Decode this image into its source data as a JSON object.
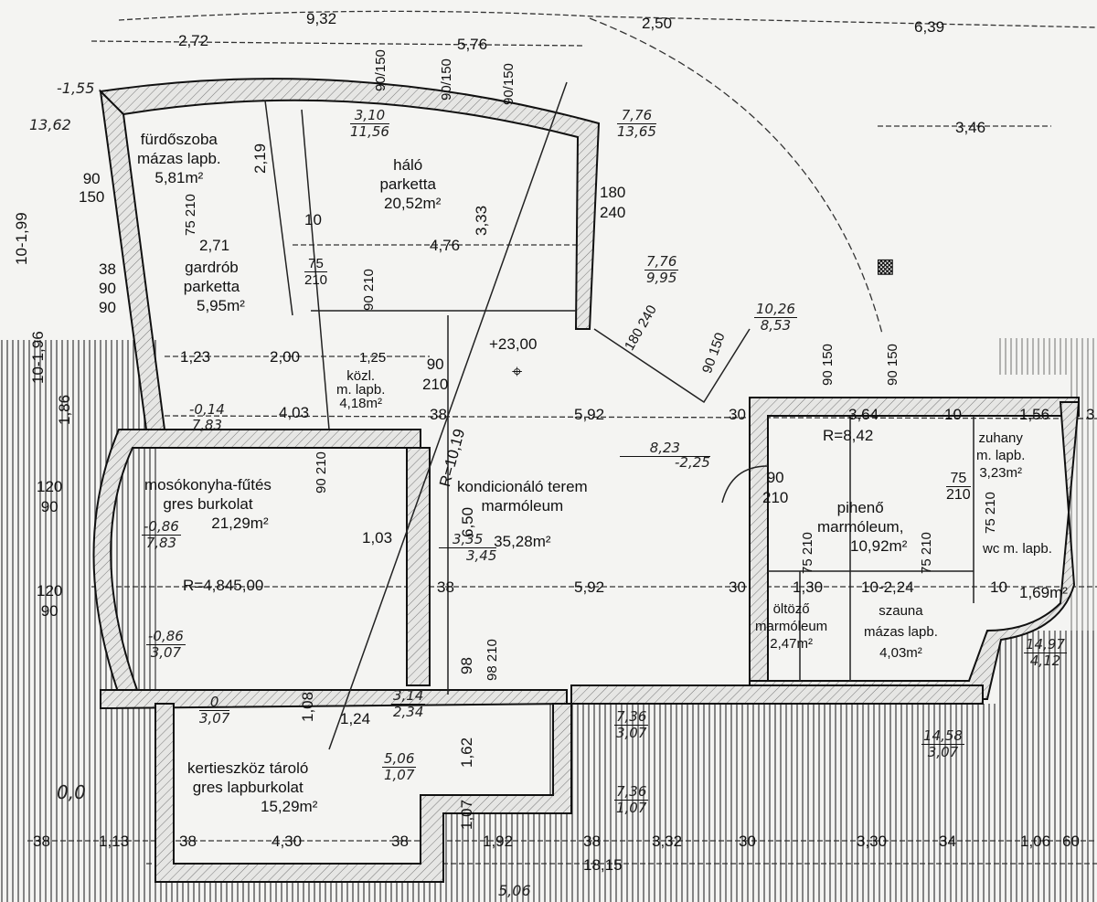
{
  "rooms": [
    {
      "name": "fürdőszoba",
      "floor": "mázas lapb.",
      "area": "5,81m²"
    },
    {
      "name": "háló",
      "floor": "parketta",
      "area": "20,52m²"
    },
    {
      "name": "gardrób",
      "floor": "parketta",
      "area": "5,95m²"
    },
    {
      "name": "közl.",
      "floor": "m. lapb.",
      "area": "4,18m²"
    },
    {
      "name": "mosókonyha-fűtés",
      "floor": "gres burkolat",
      "area": "21,29m²"
    },
    {
      "name": "kondicionáló terem",
      "floor": "marmóleum",
      "area": "35,28m²"
    },
    {
      "name": "pihenő",
      "floor": "marmóleum,",
      "area": "10,92m²"
    },
    {
      "name": "zuhany",
      "floor": "m. lapb.",
      "area": "3,23m²"
    },
    {
      "name": "wc",
      "floor": "m. lapb.",
      "area": "1,69m²"
    },
    {
      "name": "öltöző",
      "floor": "marmóleum",
      "area": "2,47m²"
    },
    {
      "name": "szauna",
      "floor": "mázas lapb.",
      "area": "4,03m²"
    },
    {
      "name": "kertieszköz tároló",
      "floor": "gres lapburkolat",
      "area": "15,29m²"
    }
  ],
  "dims": [
    "9,32",
    "2,50",
    "6,39",
    "2,72",
    "5,76",
    "3,46",
    "10-1,99",
    "10-1,96",
    "1,86",
    "2,19",
    "2,71",
    "4,76",
    "3,33",
    "10",
    "1,23",
    "2,00",
    "1,25",
    "4,03",
    "R=10,19",
    "6,50",
    "5,92",
    "30",
    "3,64",
    "10",
    "1,56",
    "R=8,42",
    "1,03",
    "R=4,845,00",
    "38",
    "5,92",
    "30",
    "1,30",
    "10-2,24",
    "10",
    "1,08",
    "1,24",
    "1,62",
    "98",
    "1,07",
    "38",
    "1,13",
    "38",
    "4,30",
    "38",
    "1,92",
    "38",
    "3,32",
    "30",
    "3,30",
    "34",
    "1,06",
    "60",
    "18,15",
    "5,06",
    "38",
    "3"
  ],
  "openings": [
    {
      "w": "90",
      "h": "150"
    },
    {
      "w": "90",
      "h": "150"
    },
    {
      "w": "90",
      "h": "150"
    },
    {
      "w": "90",
      "h": "150"
    },
    {
      "w": "75",
      "h": "210"
    },
    {
      "w": "180",
      "h": "240"
    },
    {
      "w": "38",
      "h": "90"
    },
    {
      "w": "90",
      "h": ""
    },
    {
      "w": "75",
      "h": "210"
    },
    {
      "w": "90",
      "h": "210"
    },
    {
      "w": "180",
      "h": "240"
    },
    {
      "w": "90",
      "h": "150"
    },
    {
      "w": "90",
      "h": "150"
    },
    {
      "w": "90",
      "h": "150"
    },
    {
      "w": "90",
      "h": "210"
    },
    {
      "w": "90",
      "h": "210"
    },
    {
      "w": "90",
      "h": "210"
    },
    {
      "w": "75",
      "h": "210"
    },
    {
      "w": "75",
      "h": "210"
    },
    {
      "w": "75",
      "h": "210"
    },
    {
      "w": "75",
      "h": "210"
    },
    {
      "w": "120",
      "h": "90"
    },
    {
      "w": "120",
      "h": "90"
    },
    {
      "w": "98",
      "h": "210"
    }
  ],
  "levels": [
    {
      "top": "-1,55"
    },
    {
      "top": "13,62"
    },
    {
      "top": "3,10",
      "bottom": "11,56"
    },
    {
      "top": "7,76",
      "bottom": "13,65"
    },
    {
      "top": "7,76",
      "bottom": "9,95"
    },
    {
      "top": "10,26",
      "bottom": "8,53"
    },
    {
      "top": "8,23",
      "bottom": "-2,25"
    },
    {
      "top": "-0,14",
      "bottom": "7,83"
    },
    {
      "top": "-0,86",
      "bottom": "7,83"
    },
    {
      "top": "-0,86",
      "bottom": "3,07"
    },
    {
      "top": "0",
      "bottom": "3,07"
    },
    {
      "top": "3,14",
      "bottom": "2,34"
    },
    {
      "top": "5,06",
      "bottom": "1,07"
    },
    {
      "top": "3,35",
      "bottom": "3,45"
    },
    {
      "top": "7,36",
      "bottom": "3,07"
    },
    {
      "top": "7,36",
      "bottom": "1,07"
    },
    {
      "top": "14,58",
      "bottom": "3,07"
    },
    {
      "top": "14,97",
      "bottom": "4,12"
    },
    {
      "top": "0,0"
    },
    {
      "top": "+23,00"
    }
  ]
}
